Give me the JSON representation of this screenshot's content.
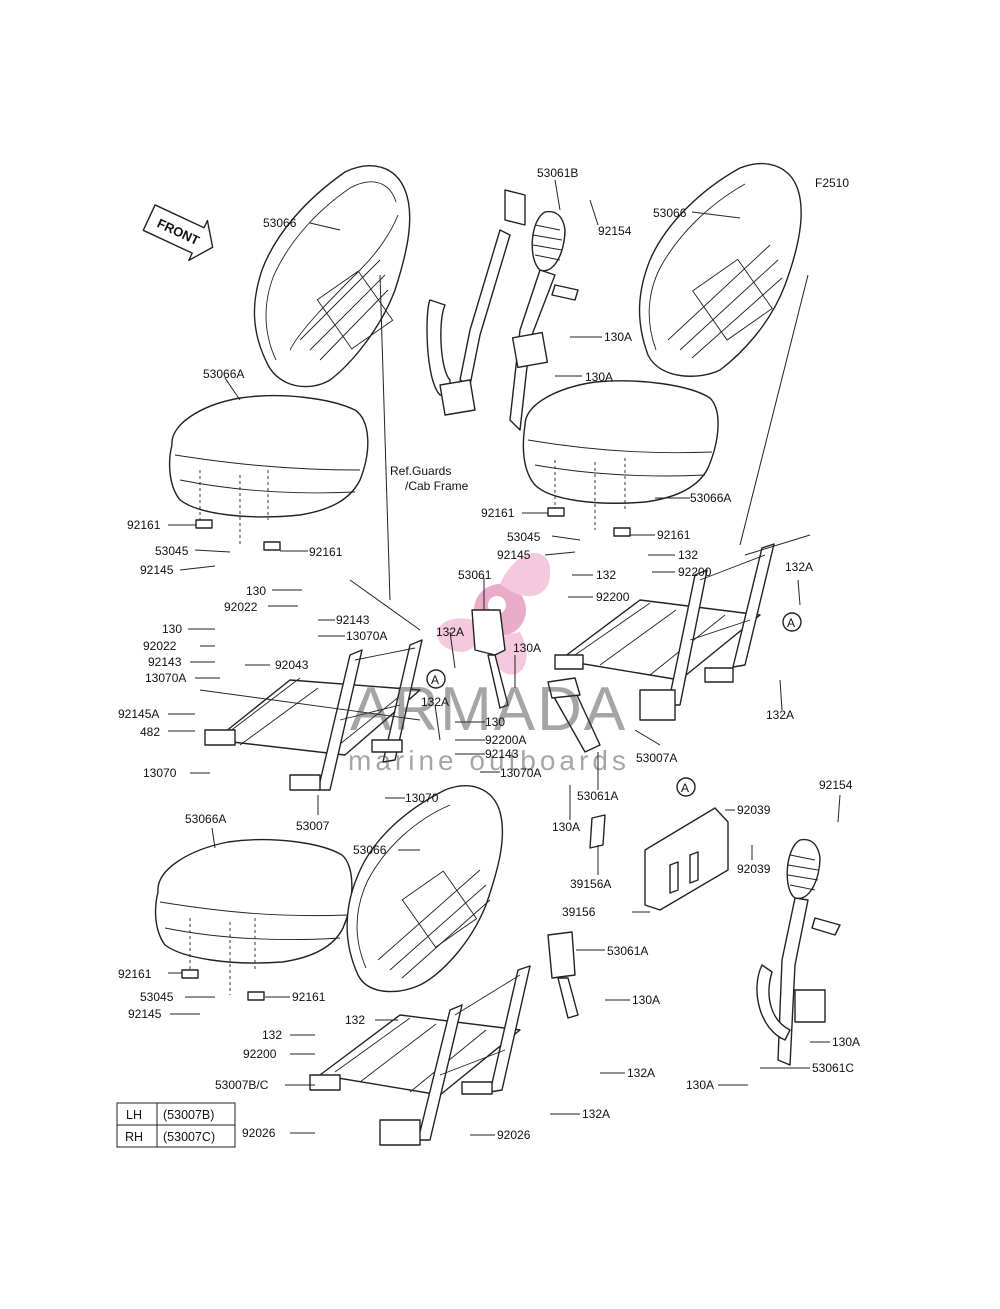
{
  "figure_code": "F2510",
  "front_arrow_label": "FRONT",
  "reference_label_line1": "Ref.Guards",
  "reference_label_line2": "/Cab Frame",
  "circle_marker": "A",
  "watermark": {
    "brand": "ARMADA",
    "tagline": "marine outboards",
    "logo_color": "#e38fb7",
    "logo_dark": "#c4578f"
  },
  "table": {
    "rows": [
      {
        "side": "LH",
        "part": "(53007B)"
      },
      {
        "side": "RH",
        "part": "(53007C)"
      }
    ]
  },
  "labels": [
    "53066",
    "53061B",
    "92154",
    "53066",
    "130A",
    "130A",
    "53066A",
    "92161",
    "53045",
    "92161",
    "92145",
    "92161",
    "53066A",
    "53045",
    "92161",
    "92145",
    "132",
    "132",
    "92200",
    "92200",
    "132A",
    "132A",
    "130",
    "92022",
    "130",
    "92022",
    "92143",
    "92143",
    "13070A",
    "13070A",
    "92043",
    "53061",
    "132A",
    "130A",
    "92145A",
    "482",
    "132A",
    "130",
    "92200A",
    "92143",
    "13070A",
    "13070",
    "13070",
    "53007",
    "53007A",
    "53061A",
    "130A",
    "92039",
    "92154",
    "92039",
    "39156A",
    "39156",
    "53066A",
    "53066",
    "53061A",
    "130A",
    "92161",
    "53045",
    "92161",
    "92145",
    "132",
    "132",
    "92200",
    "132A",
    "132A",
    "53007B/C",
    "92026",
    "92026",
    "130A",
    "130A",
    "53061C"
  ]
}
